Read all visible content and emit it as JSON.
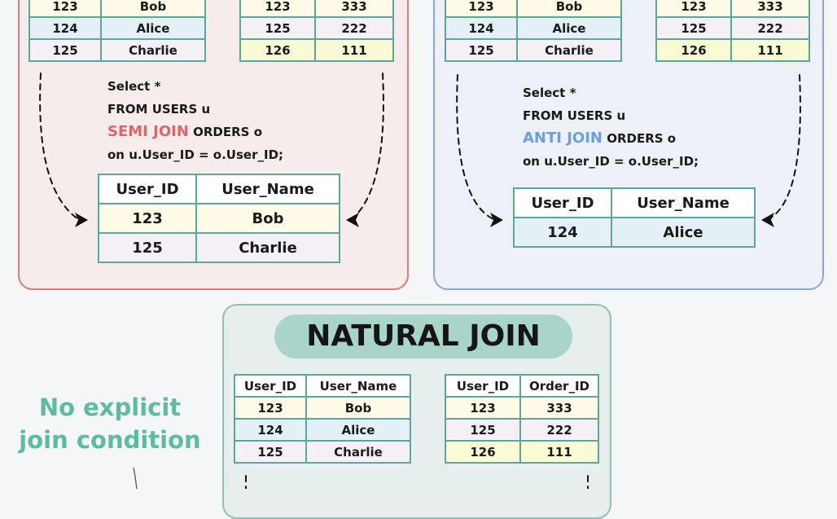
{
  "semi": {
    "users_rows": [
      [
        "123",
        "Bob"
      ],
      [
        "124",
        "Alice"
      ],
      [
        "125",
        "Charlie"
      ]
    ],
    "orders_rows": [
      [
        "123",
        "333"
      ],
      [
        "125",
        "222"
      ],
      [
        "126",
        "111"
      ]
    ],
    "sql": {
      "line1": "Select *",
      "line2": "FROM USERS u",
      "keyword": "SEMI JOIN",
      "line3_rest": " ORDERS o",
      "line4": "on u.User_ID = o.User_ID;"
    },
    "result": {
      "headers": [
        "User_ID",
        "User_Name"
      ],
      "rows": [
        [
          "123",
          "Bob"
        ],
        [
          "125",
          "Charlie"
        ]
      ]
    }
  },
  "anti": {
    "users_rows": [
      [
        "123",
        "Bob"
      ],
      [
        "124",
        "Alice"
      ],
      [
        "125",
        "Charlie"
      ]
    ],
    "orders_rows": [
      [
        "123",
        "333"
      ],
      [
        "125",
        "222"
      ],
      [
        "126",
        "111"
      ]
    ],
    "sql": {
      "line1": "Select *",
      "line2": "FROM USERS u",
      "keyword": "ANTI JOIN",
      "line3_rest": " ORDERS o",
      "line4": "on u.User_ID = o.User_ID;"
    },
    "result": {
      "headers": [
        "User_ID",
        "User_Name"
      ],
      "rows": [
        [
          "124",
          "Alice"
        ]
      ]
    }
  },
  "natural": {
    "title": "NATURAL JOIN",
    "users": {
      "headers": [
        "User_ID",
        "User_Name"
      ],
      "rows": [
        [
          "123",
          "Bob"
        ],
        [
          "124",
          "Alice"
        ],
        [
          "125",
          "Charlie"
        ]
      ]
    },
    "orders": {
      "headers": [
        "User_ID",
        "Order_ID"
      ],
      "rows": [
        [
          "123",
          "333"
        ],
        [
          "125",
          "222"
        ],
        [
          "126",
          "111"
        ]
      ]
    }
  },
  "note": {
    "line1": "No explicit",
    "line2": "join condition"
  },
  "colors": {
    "semi_border": "#e07b7b",
    "anti_border": "#8aa9d6",
    "natural_border": "#8fbfb4",
    "table_border": "#5aa89c",
    "note": "#5bbd9d"
  }
}
